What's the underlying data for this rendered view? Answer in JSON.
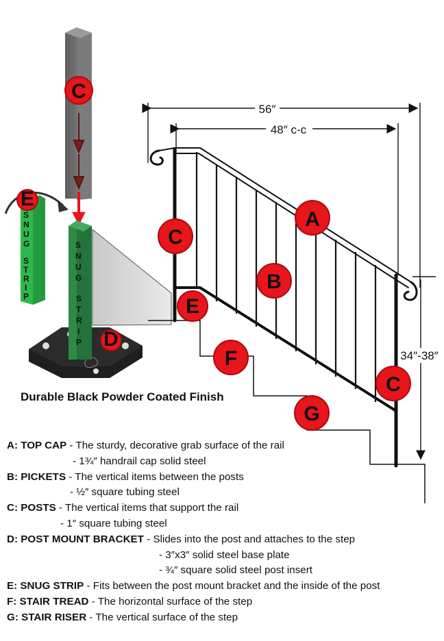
{
  "dimensions": {
    "overall_width": "56″",
    "center_width": "48″ c-c",
    "height": "34″-38″"
  },
  "badges": {
    "A": "A",
    "B": "B",
    "C": "C",
    "D": "D",
    "E": "E",
    "F": "F",
    "G": "G"
  },
  "snug_strip": {
    "letters_1": [
      "S",
      "N",
      "U",
      "G"
    ],
    "letters_2": [
      "S",
      "T",
      "R",
      "I",
      "P"
    ]
  },
  "finish_note": "Durable Black Powder Coated Finish",
  "legend": [
    {
      "key": "A: TOP CAP",
      "desc": " - The sturdy, decorative grab surface of the rail",
      "details": [
        "- 1¾″ handrail cap solid steel"
      ],
      "indent": 96
    },
    {
      "key": "B: PICKETS",
      "desc": "  - The vertical items between the posts",
      "details": [
        "- ½″ square tubing steel"
      ],
      "indent": 92
    },
    {
      "key": "C: POSTS",
      "desc": " - The vertical items that support the rail",
      "details": [
        "- 1″ square tubing steel"
      ],
      "indent": 78
    },
    {
      "key": "D: POST MOUNT BRACKET",
      "desc": " - Slides into the post and attaches to the step",
      "details": [
        "- 3″x3″ solid steel base plate",
        "- ¾″ square solid steel post insert"
      ],
      "indent": 222
    },
    {
      "key": "E: SNUG STRIP",
      "desc": " - Fits between the post mount bracket and the inside of the post",
      "details": [],
      "indent": 0
    },
    {
      "key": "F: STAIR TREAD",
      "desc": " - The horizontal surface of the step",
      "details": [],
      "indent": 0
    },
    {
      "key": "G: STAIR RISER",
      "desc": " -  The vertical surface of the step",
      "details": [],
      "indent": 0
    }
  ],
  "colors": {
    "badge_red": "#e8151b",
    "strip_green": "#2eb84b",
    "post_dark": "#2e8a45",
    "post_gray": "#6f6f6f",
    "bracket_black": "#1a1a1a"
  }
}
